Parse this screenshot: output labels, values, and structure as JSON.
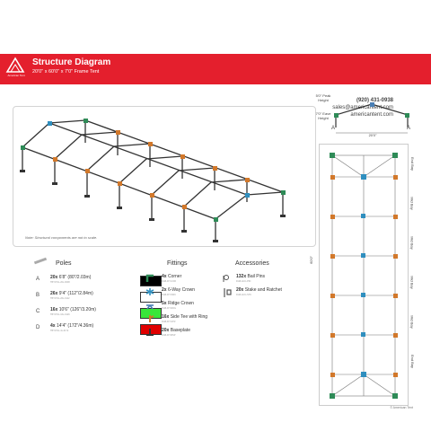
{
  "header": {
    "logo_text": "American Tent",
    "title": "Structure Diagram",
    "subtitle": "20'0\" x 60'0\" x 7'0\" Frame Tent"
  },
  "contact": {
    "phone": "(920) 431-0938",
    "email": "sales@americantent.com",
    "website": "americantent.com"
  },
  "diagram": {
    "note": "Note: Structural components are not to scale."
  },
  "elevation": {
    "peak_label": "5'0\" Peak Height",
    "eave_label": "7'0\" Eave Height",
    "width_label": "20'0\"",
    "pole_letter": "A"
  },
  "plan": {
    "length_label": "60'0\"",
    "bays": [
      "End Bay",
      "Mid Bay",
      "Mid Bay",
      "Mid Bay",
      "Mid Bay",
      "End Bay"
    ]
  },
  "poles": {
    "title": "Poles",
    "items": [
      {
        "letter": "A",
        "qty": "20x",
        "size": "6'8\" (80\"/2.03m)",
        "part": "TBT-POL-20x-0008",
        "color": "#000000"
      },
      {
        "letter": "B",
        "qty": "26x",
        "size": "9'4\" (112\"/2.84m)",
        "part": "TBT-POL-26x-0112",
        "color": "#ffffff"
      },
      {
        "letter": "C",
        "qty": "16x",
        "size": "10'6\" (126\"/3.20m)",
        "part": "TBT-POL-16x-0126",
        "color": "#39e639"
      },
      {
        "letter": "D",
        "qty": "4x",
        "size": "14'4\" (172\"/4.36m)",
        "part": "TBT-POL-4x-0172",
        "color": "#e00000"
      }
    ]
  },
  "fittings": {
    "title": "Fittings",
    "items": [
      {
        "qty": "4x",
        "label": "Corner",
        "part": "FGB-FIT-COR",
        "icon": "corner-fitting-icon",
        "color": "#2e8b57"
      },
      {
        "qty": "2x",
        "label": "6-Way Crown",
        "part": "FGB-FIT-6WC",
        "icon": "six-way-crown-icon",
        "color": "#2f8fbf"
      },
      {
        "qty": "5x",
        "label": "Ridge Crown",
        "part": "FGB-FIT-RDG",
        "icon": "ridge-crown-icon",
        "color": "#4a7fb5"
      },
      {
        "qty": "16x",
        "label": "Side Tee with Ring",
        "part": "FGB-FIT-STR",
        "icon": "side-tee-icon",
        "color": "#d2782a"
      },
      {
        "qty": "20x",
        "label": "Baseplate",
        "part": "FGB-FIT-BSP",
        "icon": "baseplate-icon",
        "color": "#333333"
      }
    ]
  },
  "accessories": {
    "title": "Accessories",
    "items": [
      {
        "qty": "132x",
        "label": "Bail Pins",
        "part": "FGB-ACC-PIN",
        "icon": "bail-pin-icon"
      },
      {
        "qty": "20x",
        "label": "Stake and Ratchet",
        "part": "FGB-ACC-STK",
        "icon": "stake-ratchet-icon"
      }
    ]
  },
  "footer": {
    "copyright": "© American Tent"
  }
}
